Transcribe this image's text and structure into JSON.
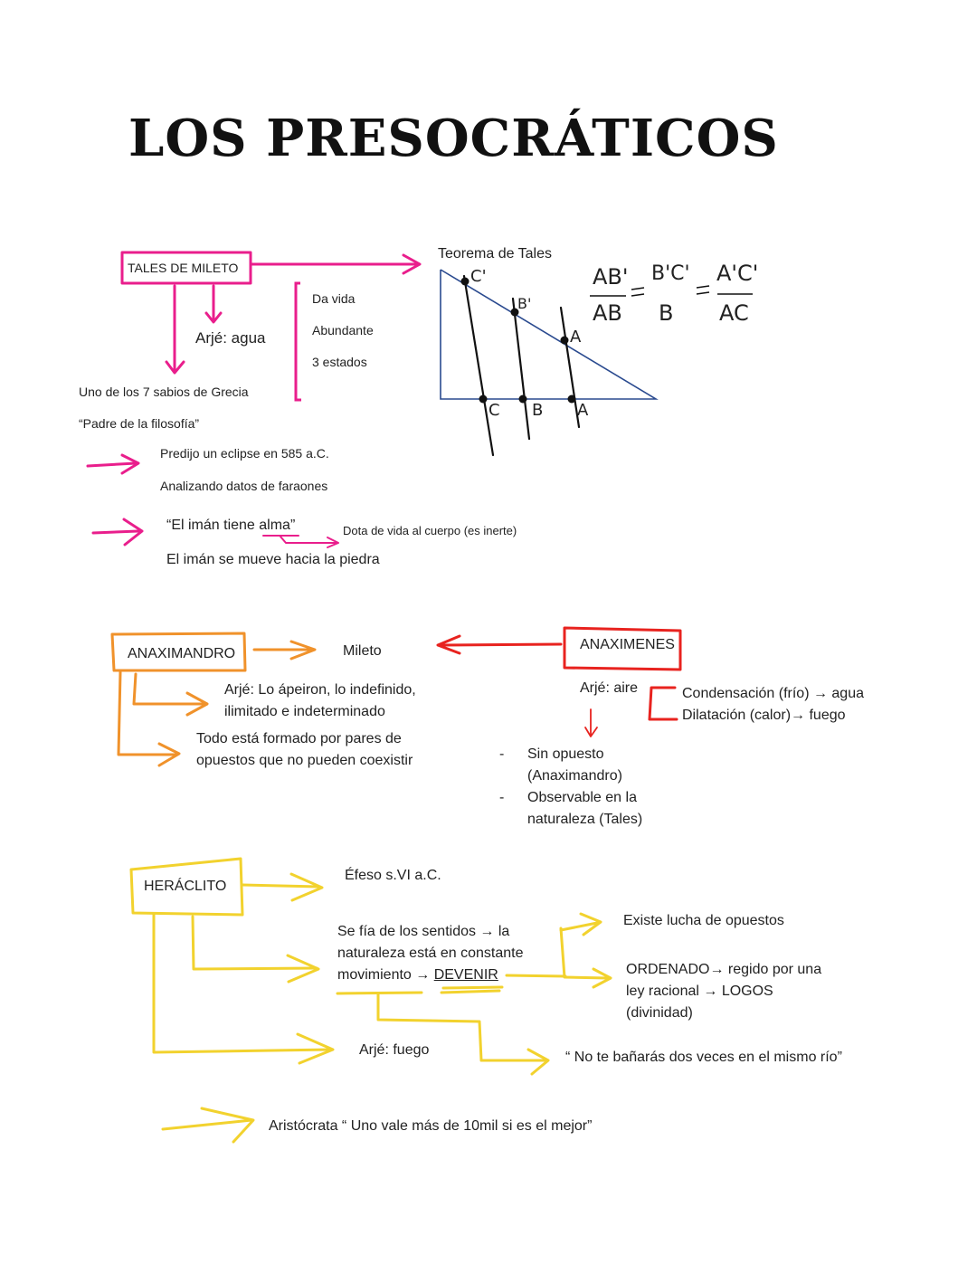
{
  "title": "LOS PRESOCRÁTICOS",
  "colors": {
    "tales": "#e91e8c",
    "anaximandro": "#f0922b",
    "anaximenes": "#e8231f",
    "heraclito": "#f2d22e",
    "ink": "#222222"
  },
  "tales": {
    "name": "TALES DE MILETO",
    "arje": "Arjé: agua",
    "water_props": [
      "Da vida",
      "Abundante",
      "3 estados"
    ],
    "sabio": "Uno de los 7 sabios de Grecia",
    "padre": "“Padre de la filosofía”",
    "eclipse": "Predijo un eclipse en 585 a.C.",
    "faraones": "Analizando datos de faraones",
    "iman": "“El imán tiene alma”",
    "iman_note": "Dota de vida al cuerpo (es inerte)",
    "piedra": "El imán se mueve hacia la piedra",
    "teorema": {
      "label": "Teorema de Tales",
      "points": [
        "C'",
        "B'",
        "A",
        "C",
        "B",
        "A"
      ],
      "formula": {
        "n1": "AB'",
        "d1": "AB",
        "n2": "B'C'",
        "d2": "B",
        "n3": "A'C'",
        "d3": "AC"
      }
    }
  },
  "anaximandro": {
    "name": "ANAXIMANDRO",
    "origen": "Mileto",
    "arje_1": "Arjé: Lo ápeiron, lo indefinido,",
    "arje_2": "ilimitado e indeterminado",
    "pares_1": "Todo está formado por pares de",
    "pares_2": "opuestos que no pueden coexistir"
  },
  "anaximenes": {
    "name": "ANAXIMENES",
    "arje": "Arjé: aire",
    "condensacion": "Condensación (frío) → agua",
    "dilatacion": "Dilatación (calor)→ fuego",
    "dash": "-",
    "sin_opuesto_1": "Sin opuesto",
    "sin_opuesto_2": "(Anaximandro)",
    "observable_1": "Observable en la",
    "observable_2": "naturaleza (Tales)"
  },
  "heraclito": {
    "name": "HERÁCLITO",
    "efeso": "Éfeso s.VI a.C.",
    "sentidos_1": "Se fía de los sentidos → la",
    "sentidos_2": "naturaleza está en constante",
    "sentidos_3a": "movimiento → ",
    "sentidos_3b": "DEVENIR",
    "lucha": "Existe lucha de opuestos",
    "ordenado_1": "ORDENADO→ regido por una",
    "ordenado_2": "ley racional → LOGOS",
    "ordenado_3": "(divinidad)",
    "arje": "Arjé: fuego",
    "rio": "“ No te bañarás dos veces en el mismo río”",
    "aristocrata": "Aristócrata “ Uno vale más de 10mil si es el mejor”"
  }
}
